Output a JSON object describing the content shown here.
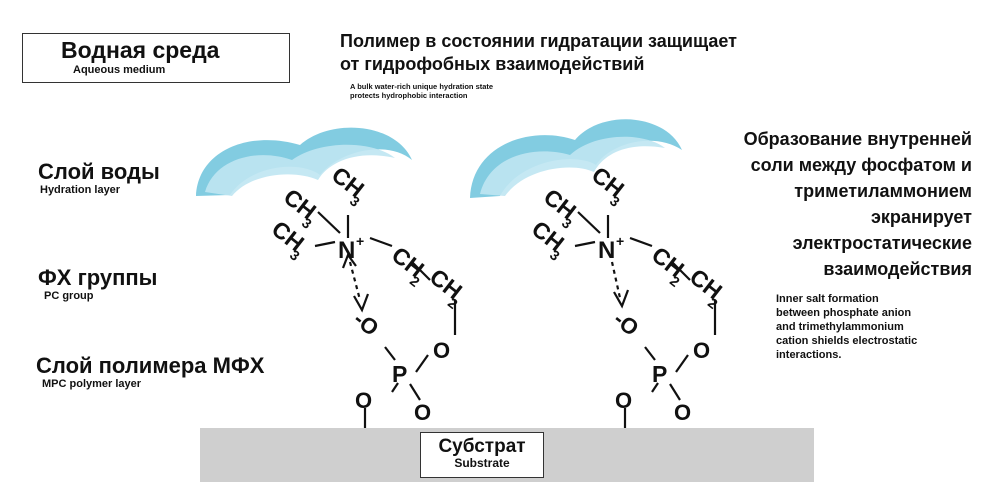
{
  "aqueous": {
    "ru": "Водная среда",
    "en": "Aqueous medium"
  },
  "polymer_note": {
    "ru_line1": "Полимер в состоянии гидратации защищает",
    "ru_line2": "от гидрофобных взаимодействий",
    "en_line1": "A bulk water-rich unique hydration state",
    "en_line2": "protects hydrophobic interaction"
  },
  "layers": {
    "hydration": {
      "ru": "Слой воды",
      "en": "Hydration layer"
    },
    "pc_group": {
      "ru": "ФХ группы",
      "en": "PC group"
    },
    "mpc": {
      "ru": "Слой полимера МФХ",
      "en": "MPC polymer layer"
    }
  },
  "inner_salt": {
    "ru_lines": [
      "Образование внутренней",
      "соли между фосфатом и",
      "триметиламмонием",
      "экранирует",
      "электростатические",
      "взаимодействия"
    ],
    "en_lines": [
      "Inner salt formation",
      "between phosphate anion",
      "and trimethylammonium",
      "cation shields electrostatic",
      "interactions."
    ]
  },
  "substrate": {
    "ru": "Субстрат",
    "en": "Substrate"
  },
  "molecule": {
    "ch3": "CH",
    "sub3": "3",
    "n": "N",
    "plus": "+",
    "ch2": "CH",
    "sub2": "2",
    "o": "O",
    "o_minus": "-O",
    "p": "P"
  },
  "colors": {
    "water": "#5bbcd6",
    "substrate": "#cfcfcf",
    "text": "#111111"
  }
}
